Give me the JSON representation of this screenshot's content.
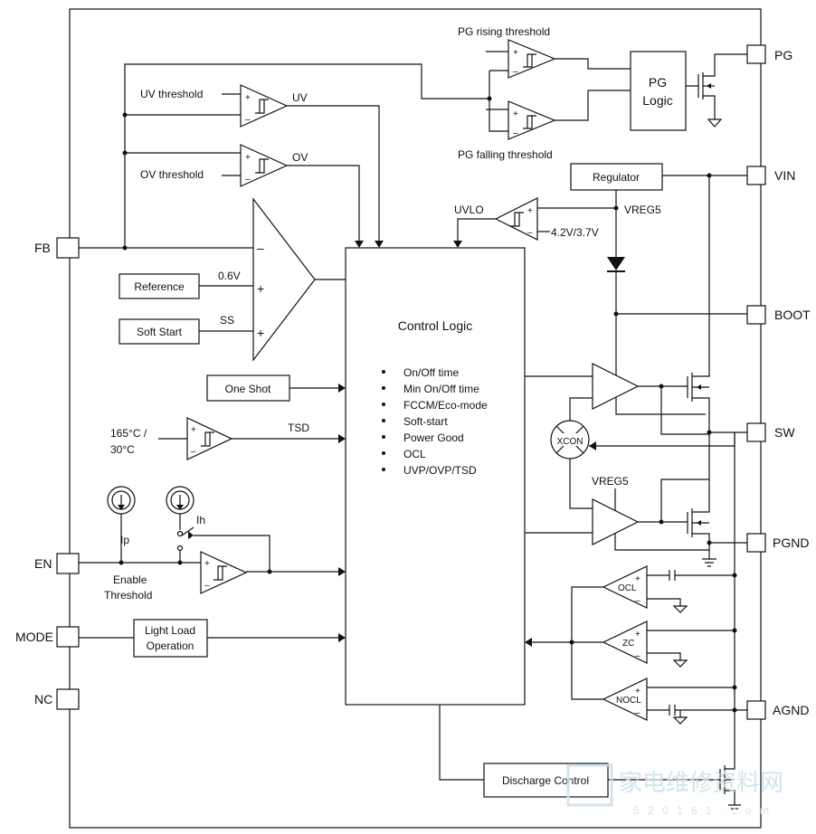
{
  "pins": {
    "pg": "PG",
    "vin": "VIN",
    "boot": "BOOT",
    "sw": "SW",
    "pgnd": "PGND",
    "agnd": "AGND",
    "fb": "FB",
    "en": "EN",
    "mode": "MODE",
    "nc": "NC"
  },
  "blocks": {
    "pg_logic_line1": "PG",
    "pg_logic_line2": "Logic",
    "regulator": "Regulator",
    "reference": "Reference",
    "soft_start": "Soft Start",
    "one_shot": "One Shot",
    "light_load_line1": "Light Load",
    "light_load_line2": "Operation",
    "discharge_control": "Discharge Control",
    "control_logic": "Control Logic",
    "xcon": "XCON"
  },
  "control_logic_items": [
    "On/Off time",
    "Min On/Off time",
    "FCCM/Eco-mode",
    "Soft-start",
    "Power Good",
    "OCL",
    "UVP/OVP/TSD"
  ],
  "labels": {
    "pg_rising": "PG rising threshold",
    "pg_falling": "PG falling threshold",
    "uv_threshold": "UV threshold",
    "uv": "UV",
    "ov_threshold": "OV threshold",
    "ov": "OV",
    "uvlo": "UVLO",
    "vreg5_top": "VREG5",
    "uvlo_levels": "4.2V/3.7V",
    "ref_voltage": "0.6V",
    "ss": "SS",
    "temp_line1": "165°C /",
    "temp_line2": "30°C",
    "tsd": "TSD",
    "ip": "Ip",
    "ih": "Ih",
    "enable_line1": "Enable",
    "enable_line2": "Threshold",
    "vreg5_bottom": "VREG5",
    "ocl": "OCL",
    "zc": "ZC",
    "nocl": "NOCL",
    "plus": "+",
    "minus": "–"
  },
  "watermark": {
    "text": "家电维修资料网",
    "url": "5 2 0 1 6 1 . c o m"
  }
}
